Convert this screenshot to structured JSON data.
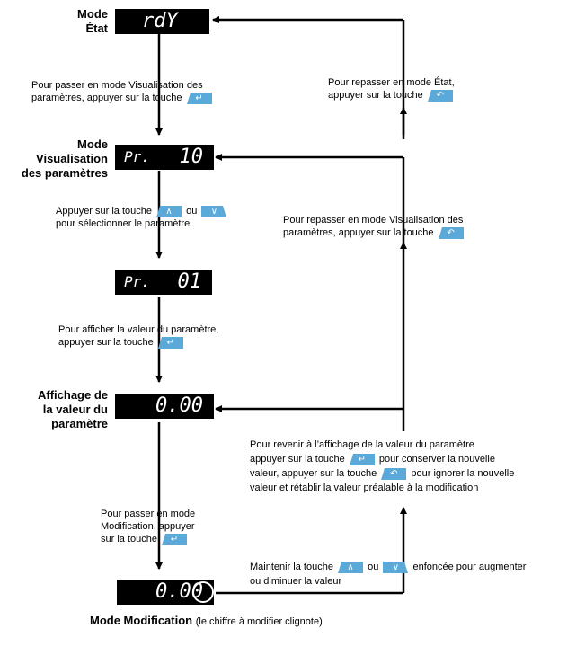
{
  "modes": {
    "etat": "Mode\nÉtat",
    "visualisation": "Mode\nVisualisation\ndes paramètres",
    "affichage": "Affichage de\nla valeur du\nparamètre",
    "modification": "Mode Modification",
    "modification_note": "(le chiffre à modifier clignote)"
  },
  "displays": {
    "rdy": "rdY",
    "pr": "Pr.",
    "pr10": "10",
    "pr01": "01",
    "value": "0.00"
  },
  "texts": {
    "t1a": "Pour passer en mode Visualisation des",
    "t1b": "paramètres, appuyer sur la touche",
    "t2a": "Appuyer sur la touche",
    "t2b": "ou",
    "t2c": "pour sélectionner le paramètre",
    "t3a": "Pour afficher la valeur du paramètre,",
    "t3b": "appuyer sur la touche",
    "t4a": "Pour passer en mode",
    "t4b": "Modification, appuyer",
    "t4c": "sur la touche",
    "r1a": "Pour repasser en mode État,",
    "r1b": "appuyer sur la touche",
    "r2a": "Pour repasser en mode Visualisation des",
    "r2b": "paramètres, appuyer sur la touche",
    "r3a": "Pour revenir à l’affichage de la valeur du paramètre",
    "r3b": "appuyer sur la touche",
    "r3c": "pour conserver la nouvelle",
    "r3d": "valeur, appuyer sur la touche",
    "r3e": "pour ignorer la nouvelle",
    "r3f": "valeur et rétablir la valeur préalable à la modification",
    "r4a": "Maintenir la touche",
    "r4b": "ou",
    "r4c": "enfoncée pour augmenter",
    "r4d": "ou diminuer la valeur"
  },
  "keys": {
    "enter": "enter-key",
    "back": "back-key",
    "up": "up-key",
    "down": "down-key"
  },
  "colors": {
    "key": "#5aa9d8",
    "display": "#000000"
  }
}
